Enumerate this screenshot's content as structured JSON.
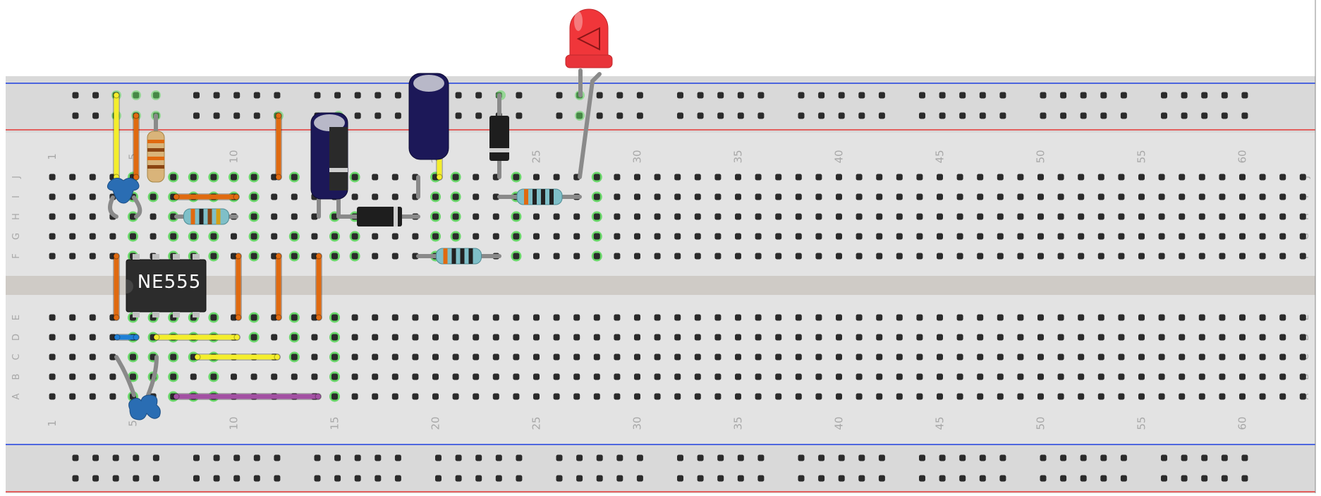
{
  "chip": {
    "label": "NE555"
  },
  "rows_top": [
    "J",
    "I",
    "H",
    "G",
    "F"
  ],
  "rows_bottom": [
    "E",
    "D",
    "C",
    "B",
    "A"
  ],
  "column_numbers": [
    "1",
    "5",
    "10",
    "15",
    "20",
    "25",
    "30",
    "35",
    "40",
    "45",
    "50",
    "55",
    "60"
  ],
  "colors": {
    "board": "#dcdcdc",
    "hole": "#2b2b2b",
    "active_hole": "#5cd65c",
    "rail_red": "#e53935",
    "rail_blue": "#1e3fe0",
    "wire_yellow": "#f4ee2c",
    "wire_orange": "#e06a10",
    "wire_purple": "#a350a3",
    "wire_blue": "#1f7fd6",
    "led_red": "#f0363a"
  }
}
